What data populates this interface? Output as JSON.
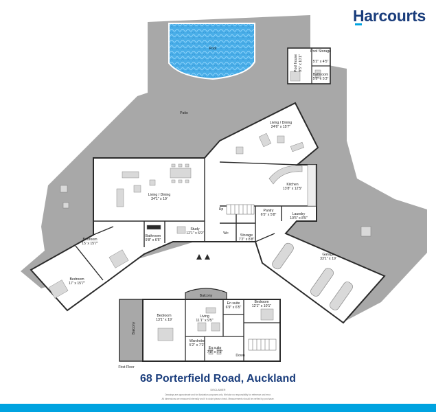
{
  "brand": {
    "name": "Harcourts",
    "accent": "#00a3e0",
    "brand_color": "#1a3d7c"
  },
  "title": "68 Porterfield Road, Auckland",
  "disclaimer": {
    "heading": "DISCLAIMER",
    "line1": "Drawings are approximate and for illustration purposes only. We take no responsibility for reference and error.",
    "line2": "All dimensions are measured internally and if in doubt please check. Measurements should be verified by purchaser."
  },
  "colors": {
    "outdoor": "#a8a8a8",
    "floor": "#ffffff",
    "wall": "#2a2a2a",
    "pool": "#4aaee8",
    "furniture": "#d9d9d9"
  },
  "ground_floor": {
    "pool": "Pool",
    "patio": "Patio",
    "pool_house": {
      "name": "Pool house",
      "size": "9'5\" x 10'1\""
    },
    "pool_storage": {
      "name": "Pool Storage",
      "size": "5'2\" x 4'5\""
    },
    "pool_bathroom": {
      "name": "Bathroom",
      "size": "5'2\" x 5'3\""
    },
    "living_dining_1": {
      "name": "Living / Dining",
      "size": "24'6\" x 15'7\""
    },
    "living_dining_2": {
      "name": "Living / Dining",
      "size": "34'1\" x 19'"
    },
    "kitchen": {
      "name": "Kitchen",
      "size": "13'8\" x 12'5\""
    },
    "pantry": {
      "name": "Pantry",
      "size": "6'5\" x 5'8\""
    },
    "laundry": {
      "name": "Laundry",
      "size": "10'5\" x 8'5\""
    },
    "study": {
      "name": "Study",
      "size": "12'1\" x 6'9\""
    },
    "bathroom": {
      "name": "Bathroom",
      "size": "9'8\" x 6'5\""
    },
    "storage": {
      "name": "Storage",
      "size": "7'2\" x 8'8\""
    },
    "wc": "Wc",
    "up": "Up",
    "bedroom_1": {
      "name": "Bedroom",
      "size": "15' x 15'7\""
    },
    "bedroom_2": {
      "name": "Bedroom",
      "size": "17' x 15'7\""
    },
    "garage": {
      "name": "Garage",
      "size": "33'1\" x 19'"
    }
  },
  "first_floor": {
    "label": "First Floor",
    "balcony_top": "Balcony",
    "balcony_left": "Balcony",
    "bedroom_1": {
      "name": "Bedroom",
      "size": "13'1\" x 19'"
    },
    "living": {
      "name": "Living",
      "size": "11'1\" x 9'5\""
    },
    "en_suite_1": {
      "name": "En suite",
      "size": "6'9\" x 6'5\""
    },
    "bedroom_2": {
      "name": "Bedroom",
      "size": "12'1\" x 10'1\""
    },
    "wardrobe": {
      "name": "Wardrobe",
      "size": "5'2\" x 7'2\""
    },
    "en_suite_2": {
      "name": "En suite",
      "size": "7'8\" x 7'2\""
    },
    "down": "Down"
  }
}
